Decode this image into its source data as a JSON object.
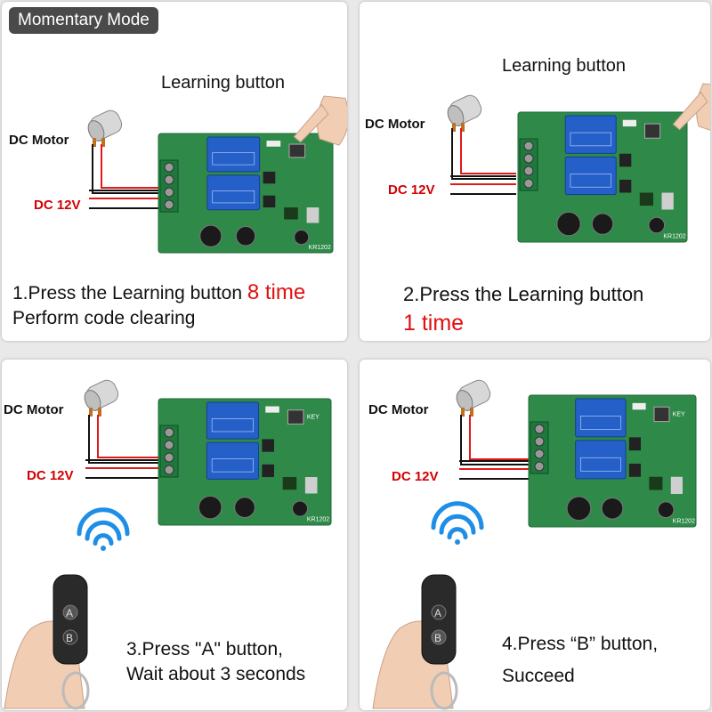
{
  "badge": {
    "label": "Momentary Mode"
  },
  "labels": {
    "learning_button": "Learning button",
    "dc_motor": "DC Motor",
    "dc_12v": "DC 12V"
  },
  "board": {
    "model": "KR1202",
    "key": "KEY"
  },
  "steps": [
    {
      "line1": "1.Press the Learning button ",
      "highlight": "8 time",
      "line2": "Perform code clearing"
    },
    {
      "line1": "2.Press the Learning button",
      "highlight": "1 time"
    },
    {
      "line1": "3.Press \"A\" button,",
      "line2": "Wait about 3 seconds"
    },
    {
      "line1": "4.Press “B” button,",
      "line2": "Succeed"
    }
  ],
  "remote": {
    "button_a": "A",
    "button_b": "B"
  },
  "colors": {
    "board_green": "#2f8a4a",
    "relay_blue": "#2560c8",
    "wire_red": "#e01a1a",
    "accent_red": "#e01010",
    "signal_blue": "#1e8ee6"
  },
  "icons": [
    "motor-icon",
    "hand-pointer-icon",
    "wifi-signal-icon",
    "remote-control-icon"
  ]
}
